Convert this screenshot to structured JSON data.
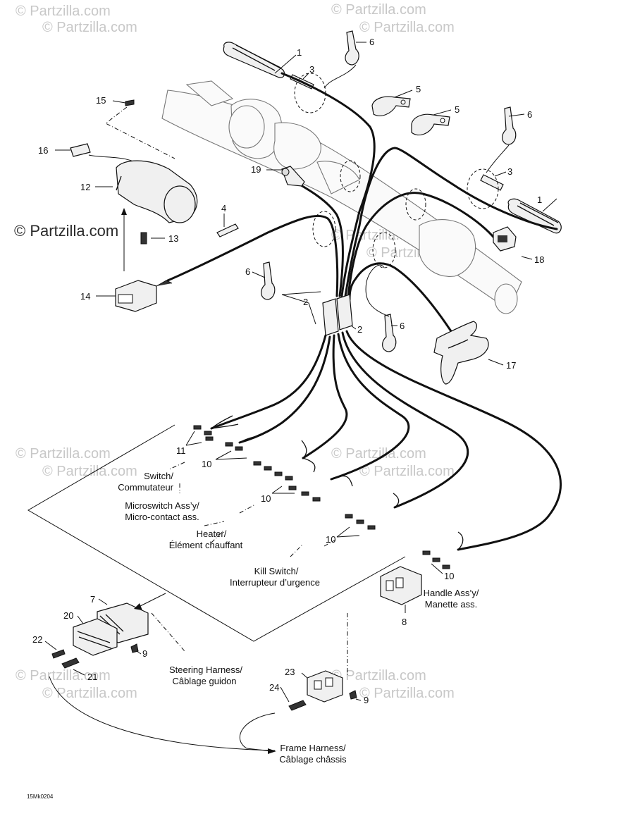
{
  "watermarks": {
    "small": "© Partzilla.com",
    "large": "© Partzilla.com"
  },
  "diagram_code": "15Mk0204",
  "callouts": {
    "c1a": "1",
    "c1b": "1",
    "c2a": "2",
    "c2b": "2",
    "c3a": "3",
    "c3b": "3",
    "c4": "4",
    "c5a": "5",
    "c5b": "5",
    "c6a": "6",
    "c6b": "6",
    "c6c": "6",
    "c6d": "6",
    "c7": "7",
    "c8": "8",
    "c9a": "9",
    "c9b": "9",
    "c10a": "10",
    "c10b": "10",
    "c10c": "10",
    "c10d": "10",
    "c10e": "10",
    "c11": "11",
    "c12": "12",
    "c13": "13",
    "c14": "14",
    "c15": "15",
    "c16": "16",
    "c17": "17",
    "c18": "18",
    "c19": "19",
    "c20": "20",
    "c21": "21",
    "c22": "22",
    "c23": "23",
    "c24": "24"
  },
  "labels": {
    "switch_en": "Switch/",
    "switch_fr": "Commutateur",
    "microswitch_en": "Microswitch Ass’y/",
    "microswitch_fr": "Micro-contact ass.",
    "heater_en": "Heater/",
    "heater_fr": "Élément chauffant",
    "kill_en": "Kill Switch/",
    "kill_fr": "Interrupteur d’urgence",
    "handle_en": "Handle Ass’y/",
    "handle_fr": "Manette ass.",
    "steering_en": "Steering Harness/",
    "steering_fr": "Câblage guidon",
    "frame_en": "Frame Harness/",
    "frame_fr": "Câblage châssis"
  }
}
